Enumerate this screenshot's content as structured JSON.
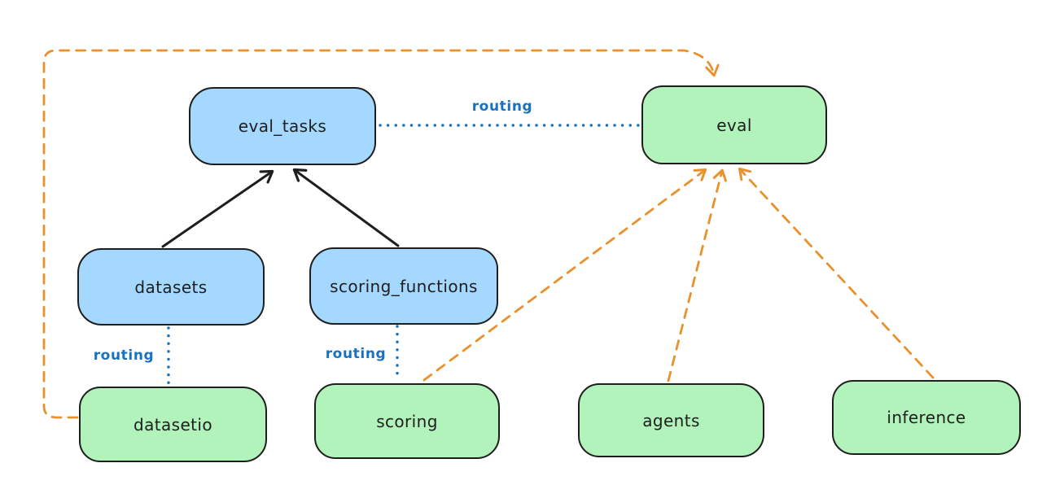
{
  "colors": {
    "api_fill": "#a5d8ff",
    "provider_fill": "#b2f2bb",
    "box_border": "#1e1e1e",
    "routing_color": "#1971c2",
    "arrow_orange": "#e8912d",
    "arrow_black": "#1e1e1e",
    "bg": "#ffffff"
  },
  "nodes": [
    {
      "id": "eval_tasks",
      "label": "eval_tasks",
      "kind": "api"
    },
    {
      "id": "eval",
      "label": "eval",
      "kind": "provider"
    },
    {
      "id": "datasets",
      "label": "datasets",
      "kind": "api"
    },
    {
      "id": "scoring_functions",
      "label": "scoring_functions",
      "kind": "api"
    },
    {
      "id": "datasetio",
      "label": "datasetio",
      "kind": "provider"
    },
    {
      "id": "scoring",
      "label": "scoring",
      "kind": "provider"
    },
    {
      "id": "agents",
      "label": "agents",
      "kind": "provider"
    },
    {
      "id": "inference",
      "label": "inference",
      "kind": "provider"
    }
  ],
  "edges": [
    {
      "from": "datasets",
      "to": "eval_tasks",
      "style": "solid",
      "color": "black",
      "label": ""
    },
    {
      "from": "scoring_functions",
      "to": "eval_tasks",
      "style": "solid",
      "color": "black",
      "label": ""
    },
    {
      "from": "eval_tasks",
      "to": "eval",
      "style": "dotted",
      "color": "blue",
      "label": "routing"
    },
    {
      "from": "datasets",
      "to": "datasetio",
      "style": "dotted",
      "color": "blue",
      "label": "routing"
    },
    {
      "from": "scoring_functions",
      "to": "scoring",
      "style": "dotted",
      "color": "blue",
      "label": "routing"
    },
    {
      "from": "datasetio",
      "to": "eval",
      "style": "dashed",
      "color": "orange",
      "label": ""
    },
    {
      "from": "scoring",
      "to": "eval",
      "style": "dashed",
      "color": "orange",
      "label": ""
    },
    {
      "from": "agents",
      "to": "eval",
      "style": "dashed",
      "color": "orange",
      "label": ""
    },
    {
      "from": "inference",
      "to": "eval",
      "style": "dashed",
      "color": "orange",
      "label": ""
    }
  ]
}
